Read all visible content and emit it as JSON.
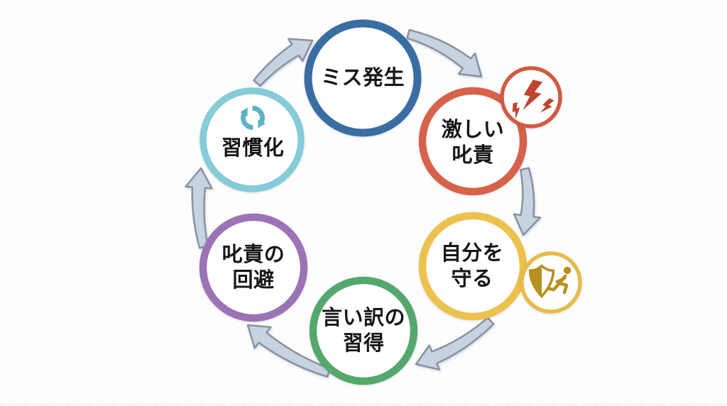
{
  "diagram": {
    "type": "cycle",
    "direction": "clockwise",
    "nodes": [
      {
        "id": "mistake",
        "line1": "ミス発生",
        "line2": "",
        "ring_color": "#3a6da1"
      },
      {
        "id": "harsh-scolding",
        "line1": "激しい",
        "line2": "叱責",
        "ring_color": "#d7624a"
      },
      {
        "id": "protect-self",
        "line1": "自分を",
        "line2": "守る",
        "ring_color": "#ecc14e"
      },
      {
        "id": "learn-excuses",
        "line1": "言い訳の",
        "line2": "習得",
        "ring_color": "#55a86b"
      },
      {
        "id": "avoid-scolding",
        "line1": "叱責の",
        "line2": "回避",
        "ring_color": "#9c73b5"
      },
      {
        "id": "habituation",
        "line1": "習慣化",
        "line2": "",
        "ring_color": "#86cbd8"
      }
    ],
    "badges": [
      {
        "id": "lightning-badge",
        "icon": "lightning-bolts-icon",
        "ring_color": "#d05a42",
        "icon_color": "#bf4430"
      },
      {
        "id": "shield-badge",
        "icon": "shield-person-icon",
        "ring_color": "#e6bb47",
        "icon_color": "#b8901f"
      }
    ],
    "habit_icon": "refresh-cycle-icon",
    "habit_icon_color": "#5fb2c4",
    "arrow_fill": "#c7d3e0",
    "arrow_outline": "#8793a3",
    "text_color": "#161616",
    "background": "#fdfdfd"
  }
}
